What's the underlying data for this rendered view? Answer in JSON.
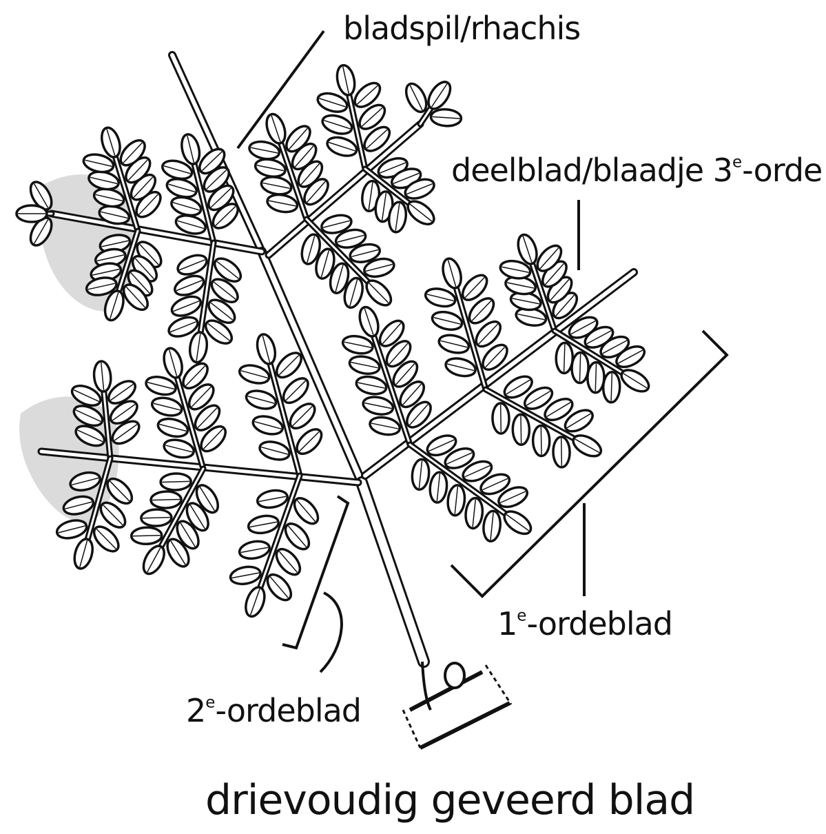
{
  "labels": {
    "rhachis": "bladspil/rhachis",
    "tertiary_leaflet_main": "deelblad/blaadje 3",
    "tertiary_leaflet_sup": "e",
    "tertiary_leaflet_end": "-orde",
    "first_order_num": "1",
    "first_order_sup": "e",
    "first_order_end": "-ordeblad",
    "second_order_num": "2",
    "second_order_sup": "e",
    "second_order_end": "-ordeblad"
  },
  "title": "drievoudig geveerd blad"
}
